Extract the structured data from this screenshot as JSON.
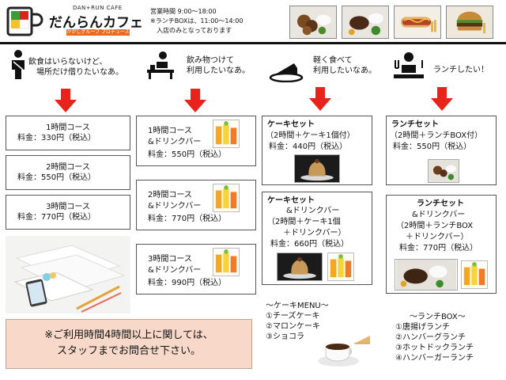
{
  "header": {
    "brand_sub": "DAN+RUN CAFE",
    "brand_name": "だんらんカフェ",
    "brand_tag": "かかしグループ プロデュース",
    "hours": "営業時間  9:00〜18:00",
    "lunch_note1": "※ランチBOXは、11:00〜14:00",
    "lunch_note2": "入店のみとなっております"
  },
  "categories": [
    {
      "line1": "飲食はいらないけど、",
      "line2": "場所だけ借りたいなあ。",
      "icon": "person-icon"
    },
    {
      "line1": "飲み物つけて",
      "line2": "利用したいなあ。",
      "icon": "drink-desk-icon"
    },
    {
      "line1": "軽く食べて",
      "line2": "利用したいなあ。",
      "icon": "cake-icon"
    },
    {
      "line1": "ランチしたい！",
      "line2": "",
      "icon": "lunch-person-icon"
    }
  ],
  "col1": [
    {
      "name": "1時間コース",
      "price": "料金：330円（税込）"
    },
    {
      "name": "2時間コース",
      "price": "料金：550円（税込）"
    },
    {
      "name": "3時間コース",
      "price": "料金：770円（税込）"
    }
  ],
  "col2": [
    {
      "name": "1時間コース",
      "sub": "&ドリンクバー",
      "price": "料金：550円（税込）"
    },
    {
      "name": "2時間コース",
      "sub": "&ドリンクバー",
      "price": "料金：770円（税込）"
    },
    {
      "name": "3時間コース",
      "sub": "&ドリンクバー",
      "price": "料金：990円（税込）"
    }
  ],
  "col3": {
    "a_name": "ケーキセット",
    "a_detail": "（2時間＋ケーキ1個付）",
    "a_price": "料金：440円（税込）",
    "b_name": "ケーキセット",
    "b_sub": "&ドリンクバー",
    "b_detail1": "（2時間＋ケーキ1個",
    "b_detail2": "＋ドリンクバー）",
    "b_price": "料金：660円（税込）"
  },
  "col4": {
    "a_name": "ランチセット",
    "a_detail": "（2時間＋ランチBOX付）",
    "a_price": "料金：550円（税込）",
    "b_name": "ランチセット",
    "b_sub": "&ドリンクバー",
    "b_detail1": "（2時間＋ランチBOX",
    "b_detail2": "＋ドリンクバー）",
    "b_price": "料金：770円（税込）"
  },
  "note": {
    "line1": "※ご利用時間4時間以上に関しては、",
    "line2": "スタッフまでお問合せ下さい。"
  },
  "cake_menu": {
    "title": "〜ケーキMENU〜",
    "items": [
      "①チーズケーキ",
      "②マロンケーキ",
      "③ショコラ"
    ]
  },
  "lunch_menu": {
    "title": "〜ランチBOX〜",
    "items": [
      "①唐揚げランチ",
      "②ハンバーグランチ",
      "③ホットドックランチ",
      "④ハンバーガーランチ"
    ]
  },
  "colors": {
    "arrow_red": "#e8231b",
    "logo_green": "#3e9a3a",
    "logo_red": "#d9261c",
    "note_bg": "#f8d9c9"
  }
}
